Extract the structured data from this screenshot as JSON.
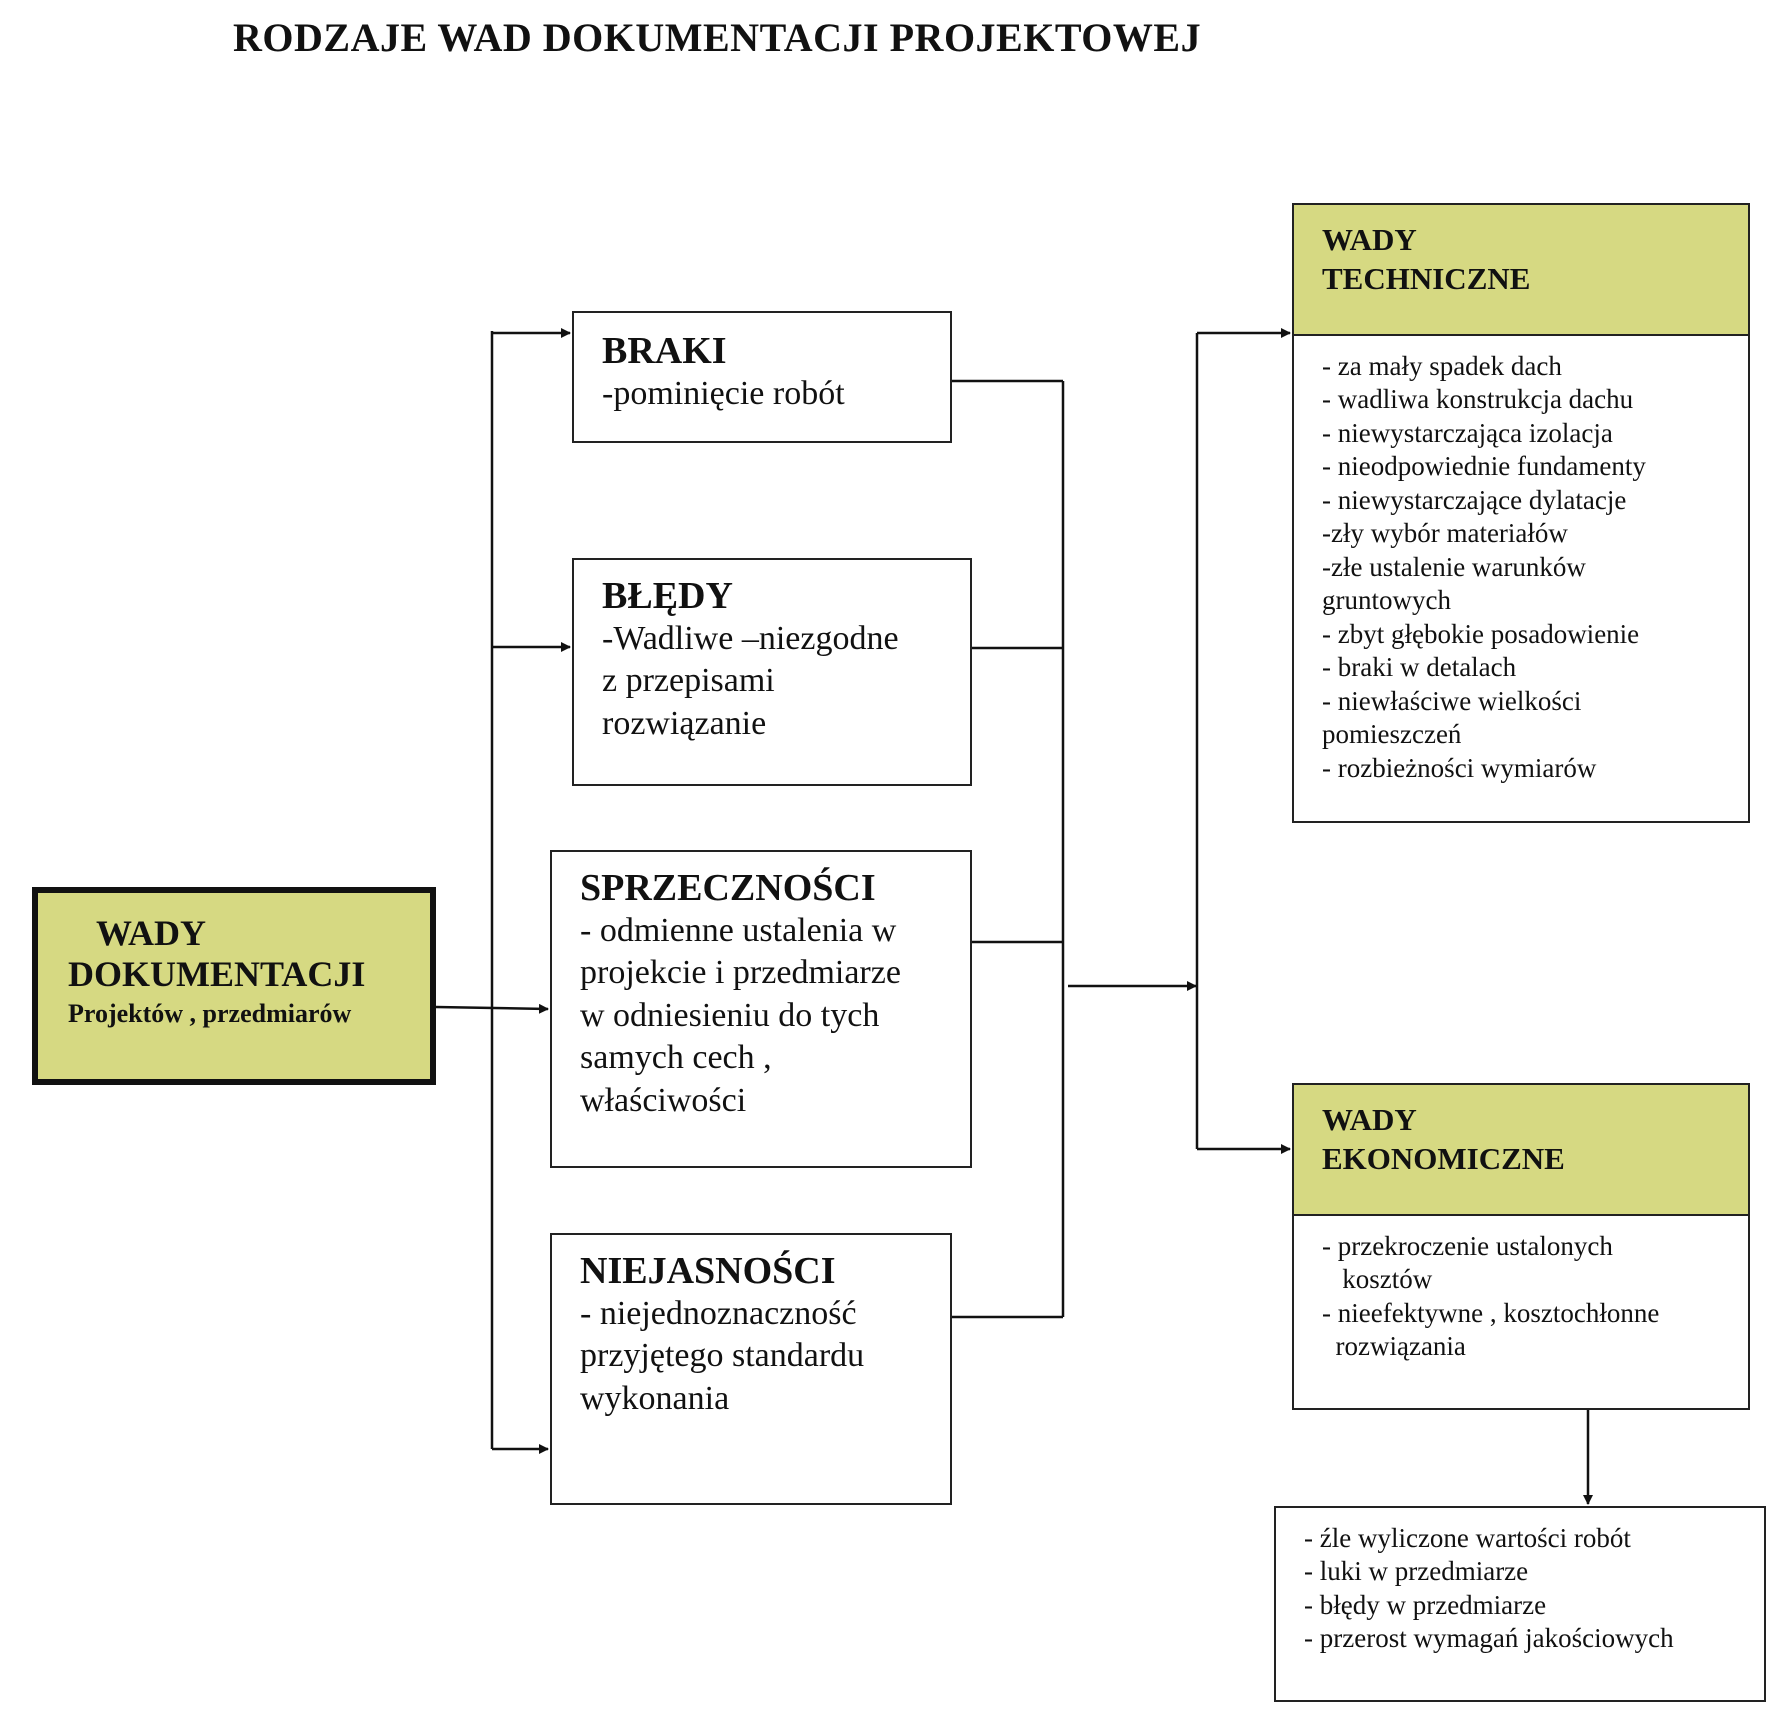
{
  "title": "RODZAJE WAD DOKUMENTACJI PROJEKTOWEJ",
  "root": {
    "line1": "WADY",
    "line2": "DOKUMENTACJI",
    "line3": "Projektów , przedmiarów",
    "fill_color": "#d6d982"
  },
  "categories": [
    {
      "head": "BRAKI",
      "lines": [
        "-pominięcie robót"
      ]
    },
    {
      "head": "BŁĘDY",
      "lines": [
        "-Wadliwe –niezgodne",
        "z przepisami",
        "rozwiązanie"
      ]
    },
    {
      "head": "SPRZECZNOŚCI",
      "lines": [
        "- odmienne ustalenia w",
        "projekcie i przedmiarze",
        "w odniesieniu do tych",
        "samych cech ,",
        "właściwości"
      ]
    },
    {
      "head": "NIEJASNOŚCI",
      "lines": [
        "- niejednoznaczność",
        "przyjętego standardu",
        "wykonania"
      ]
    }
  ],
  "technical": {
    "head_line1": "WADY",
    "head_line2": "TECHNICZNE",
    "items": [
      "- za mały spadek dach",
      "- wadliwa konstrukcja dachu",
      "- niewystarczająca izolacja",
      "- nieodpowiednie fundamenty",
      "- niewystarczające dylatacje",
      "-zły wybór materiałów",
      "-złe ustalenie warunków",
      "gruntowych",
      "- zbyt głębokie posadowienie",
      "- braki w detalach",
      "- niewłaściwe wielkości",
      "pomieszczeń",
      "- rozbieżności wymiarów"
    ]
  },
  "economic": {
    "head_line1": "WADY",
    "head_line2": "EKONOMICZNE",
    "items": [
      "- przekroczenie ustalonych",
      "   kosztów",
      "- nieefektywne , kosztochłonne",
      "  rozwiązania"
    ]
  },
  "economic_detail": {
    "items": [
      "- źle wyliczone wartości robót",
      "- luki w przedmiarze",
      "- błędy w przedmiarze",
      "- przerost wymagań jakościowych"
    ]
  }
}
